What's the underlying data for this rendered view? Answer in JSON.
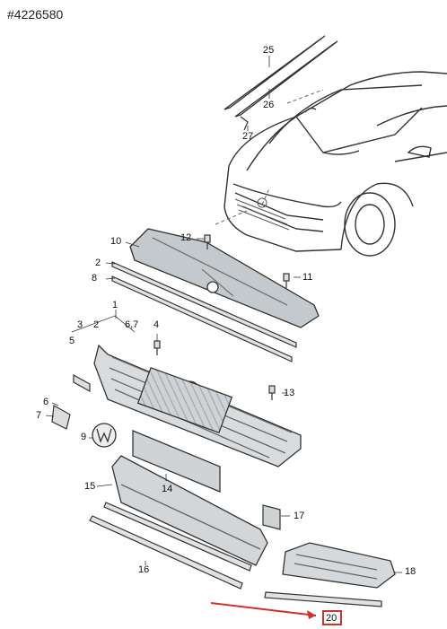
{
  "reference_number": "#4226580",
  "accent_color": "#d0312d",
  "highlighted_part": "20",
  "parts": {
    "p1": "1",
    "p2a": "2",
    "p2b": "2",
    "p3": "3",
    "p4": "4",
    "p5": "5",
    "p6": "6",
    "p67": "6,7",
    "p7": "7",
    "p8": "8",
    "p9": "9",
    "p10": "10",
    "p11": "11",
    "p12": "12",
    "p13": "13",
    "p14": "14",
    "p15": "15",
    "p16": "16",
    "p17": "17",
    "p18": "18",
    "p20": "20",
    "p25": "25",
    "p26": "26",
    "p27": "27"
  }
}
